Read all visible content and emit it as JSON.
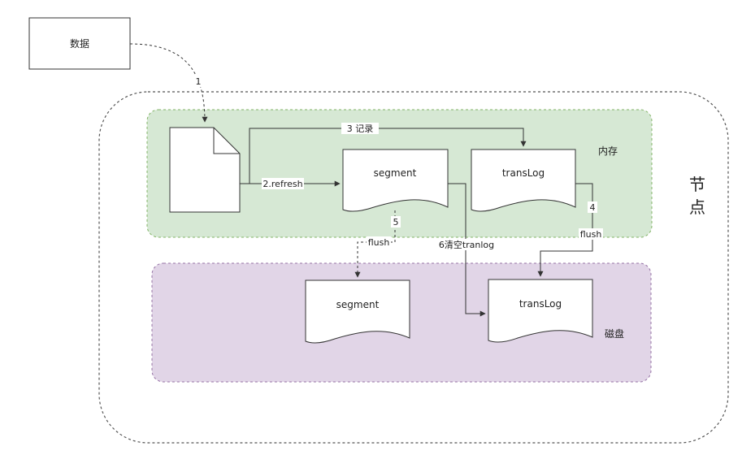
{
  "source_box": {
    "label": "数据"
  },
  "node": {
    "label": "节\n点"
  },
  "memory_region": {
    "label": "内存",
    "fill": "#d6e8d4",
    "stroke": "#82b366"
  },
  "disk_region": {
    "label": "磁盘",
    "fill": "#e1d5e7",
    "stroke": "#9673a6"
  },
  "shapes": {
    "mem_segment": "segment",
    "mem_translog": "transLog",
    "disk_segment": "segment",
    "disk_translog": "transLog"
  },
  "edges": {
    "e1": "1",
    "e2": "2.refresh",
    "e3": "3 记录",
    "e4_num": "4",
    "e4_action": "flush",
    "e5_num": "5",
    "e5_action": "flush",
    "e6": "6清空tranlog"
  }
}
